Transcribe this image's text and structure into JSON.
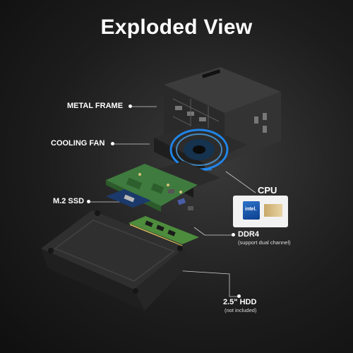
{
  "title": "Exploded View",
  "labels": {
    "metal_frame": "METAL FRAME",
    "cooling_fan": "COOLING FAN",
    "m2_ssd": "M.2 SSD",
    "cpu": "CPU",
    "ddr4": "DDR4",
    "ddr4_note": "(support dual channel)",
    "hdd": "2.5\" HDD",
    "hdd_note": "(not included)",
    "intel_logo": "intel."
  },
  "colors": {
    "fan_glow": "#1e8fff",
    "cpu_box": "#f2f2f2",
    "board_green": "#3f7a3e",
    "ram_green": "#4d8c3c"
  }
}
